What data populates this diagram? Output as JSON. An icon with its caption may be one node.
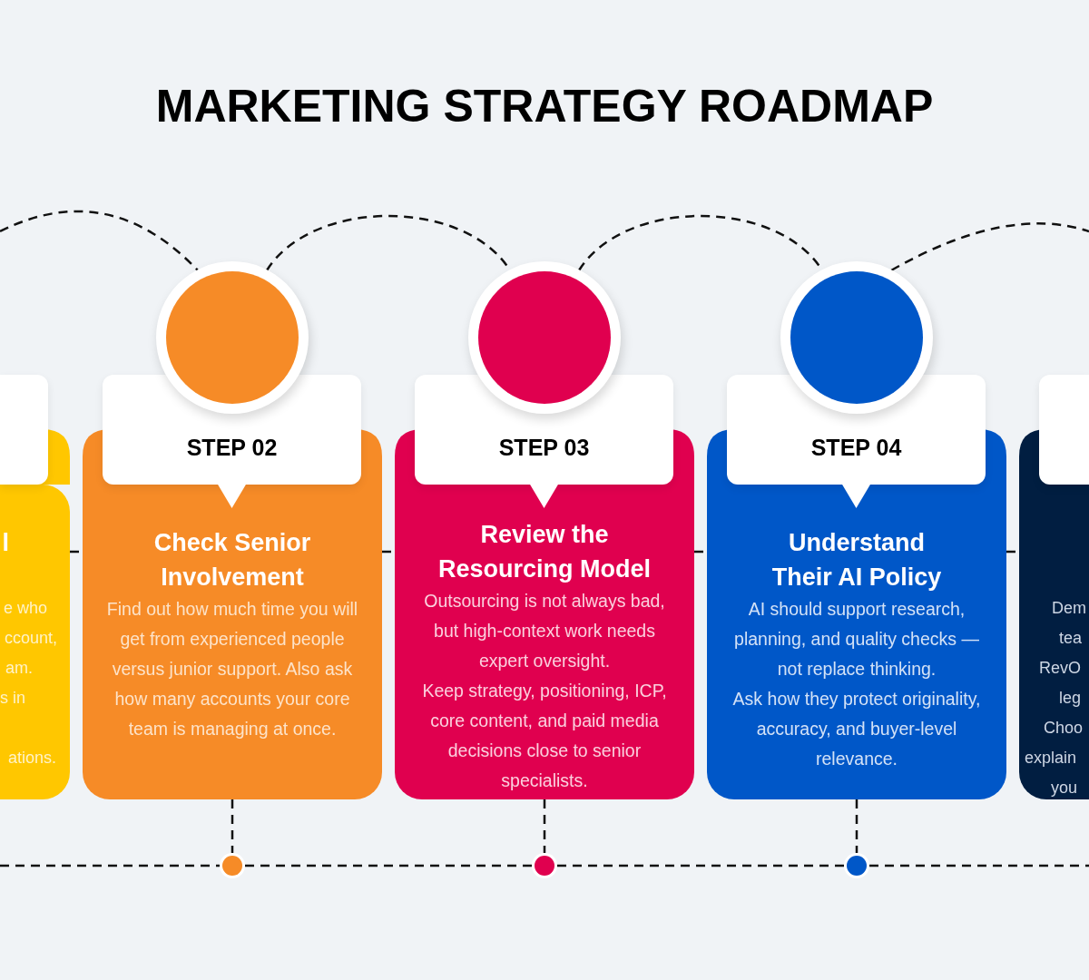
{
  "diagram": {
    "title": "MARKETING STRATEGY ROADMAP",
    "nodes": [
      {
        "text": [],
        "shape": "box"
      },
      {
        "text": [
          "l",
          "e who",
          "ccount,",
          "am.",
          "s in",
          "ations."
        ]
      },
      {
        "text": [],
        "shape": "circle"
      },
      {
        "text": [
          "STEP 02"
        ]
      },
      {
        "text": [
          "Check Senior Involvement",
          "Find out how much time you will get from experienced people versus junior support. Also ask how many accounts your core team is managing at once."
        ]
      },
      {
        "text": [],
        "shape": "circle"
      },
      {
        "text": [],
        "shape": "circle"
      },
      {
        "text": [
          "STEP 03"
        ]
      },
      {
        "text": [
          "Review the Resourcing Model",
          "Outsourcing is not always bad, but high-context work needs expert oversight.",
          "Keep strategy, positioning, ICP, core content, and paid media decisions close to senior specialists."
        ]
      },
      {
        "text": [],
        "shape": "circle"
      },
      {
        "text": [],
        "shape": "circle"
      },
      {
        "text": [
          "STEP 04"
        ]
      },
      {
        "text": [
          "Understand Their AI Policy",
          "AI should support research, planning, and quality checks — not replace thinking.",
          "Ask how they protect originality, accuracy, and buyer-level relevance."
        ]
      },
      {
        "text": [],
        "shape": "circle"
      },
      {
        "text": [],
        "shape": "box"
      },
      {
        "text": [
          "Dem",
          "tea",
          "RevO",
          "leg",
          "Choo",
          "explain",
          "you"
        ]
      }
    ],
    "edges": [
      {
        "from": null,
        "to": 2,
        "arrow": "none",
        "style": "dashed"
      },
      {
        "from": 2,
        "to": 6,
        "arrow": "none",
        "style": "dashed"
      },
      {
        "from": 6,
        "to": 10,
        "arrow": "none",
        "style": "dashed"
      },
      {
        "from": 10,
        "to": null,
        "arrow": "none",
        "style": "dashed"
      },
      {
        "from": 4,
        "to": 5,
        "arrow": "none",
        "style": "dashed"
      },
      {
        "from": 8,
        "to": 9,
        "arrow": "none",
        "style": "dashed"
      },
      {
        "from": 12,
        "to": 13,
        "arrow": "none",
        "style": "dashed"
      },
      {
        "from": null,
        "to": 5,
        "arrow": "none",
        "style": "dashed"
      },
      {
        "from": 5,
        "to": 9,
        "arrow": "none",
        "style": "dashed"
      },
      {
        "from": 9,
        "to": 13,
        "arrow": "none",
        "style": "dashed"
      },
      {
        "from": 13,
        "to": null,
        "arrow": "none",
        "style": "dashed"
      },
      {
        "from": 1,
        "to": 4,
        "arrow": "none",
        "style": "dashed"
      },
      {
        "from": 4,
        "to": 8,
        "arrow": "none",
        "style": "dashed"
      },
      {
        "from": 8,
        "to": 12,
        "arrow": "none",
        "style": "dashed"
      },
      {
        "from": 12,
        "to": 15,
        "arrow": "none",
        "style": "dashed"
      }
    ]
  }
}
